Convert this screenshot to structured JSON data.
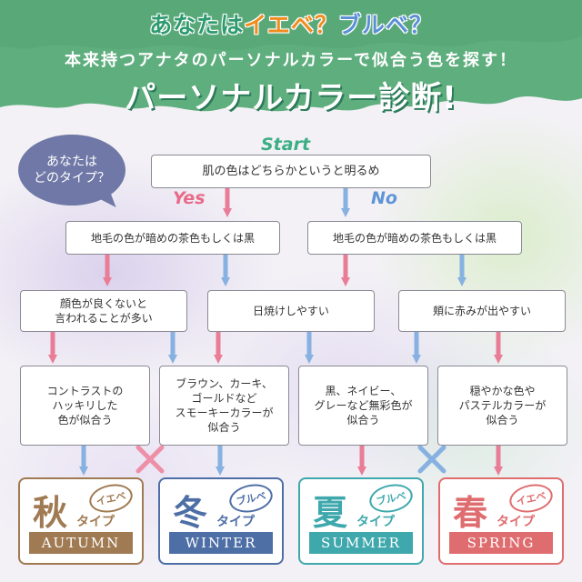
{
  "header": {
    "line1_part1": "あなたは",
    "line1_part2": "イエベ？",
    "line1_part3": "ブルベ？",
    "line2": "本来持つアナタのパーソナルカラーで似合う色を探す！",
    "line3": "パーソナルカラー診断!"
  },
  "bubble": {
    "line1": "あなたは",
    "line2": "どのタイプ？"
  },
  "labels": {
    "start": "Start",
    "yes": "Yes",
    "no": "No"
  },
  "nodes": {
    "q1": "肌の色はどちらかというと明るめ",
    "q2_left": "地毛の色が暗めの茶色もしくは黒",
    "q2_right": "地毛の色が暗めの茶色もしくは黒",
    "q3_a": "顔色が良くないと\n言われることが多い",
    "q3_b": "日焼けしやすい",
    "q3_c": "頬に赤みが出やすい",
    "r_1": "コントラストの\nハッキリした\n色が似合う",
    "r_2": "ブラウン、カーキ、\nゴールドなど\nスモーキーカラーが\n似合う",
    "r_3": "黒、ネイビー、\nグレーなど無彩色が\n似合う",
    "r_4": "穏やかな色や\nパステルカラーが\n似合う"
  },
  "results": [
    {
      "kanji": "秋",
      "type": "タイプ",
      "badge": "イエベ",
      "name": "AUTUMN",
      "color": "#a07a52"
    },
    {
      "kanji": "冬",
      "type": "タイプ",
      "badge": "ブルベ",
      "name": "WINTER",
      "color": "#4e6fa6"
    },
    {
      "kanji": "夏",
      "type": "タイプ",
      "badge": "ブルベ",
      "name": "SUMMER",
      "color": "#3fa8ad"
    },
    {
      "kanji": "春",
      "type": "タイプ",
      "badge": "イエベ",
      "name": "SPRING",
      "color": "#df6d6f"
    }
  ],
  "colors": {
    "header_green": "#5fae7e",
    "yes_pink": "#e97d97",
    "no_blue": "#86b1e0",
    "cross_pink": "#ee8fa8"
  }
}
